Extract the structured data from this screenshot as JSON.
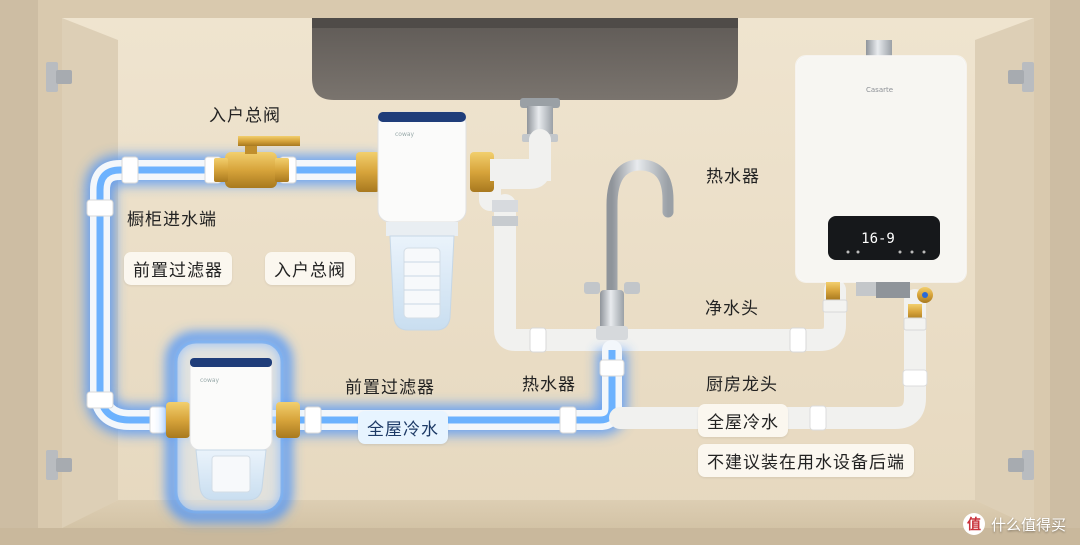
{
  "labels": {
    "inlet_valve": "入户总阀",
    "cabinet_inlet": "橱柜进水端",
    "pre_filter": "前置过滤器",
    "inlet_valve_2": "入户总阀",
    "water_heater_top": "热水器",
    "purifier_tap": "净水头",
    "pre_filter_2": "前置过滤器",
    "water_heater": "热水器",
    "kitchen_faucet": "厨房龙头",
    "whole_house_cold": "全屋冷水",
    "whole_house_cold_2": "全屋冷水",
    "not_recommended": "不建议装在用水设备后端"
  },
  "heater_display": "16-9",
  "watermark": {
    "icon": "值",
    "text": "什么值得买"
  },
  "colors": {
    "cabinet": "#e9dcc6",
    "sink": "#67625e",
    "pipe": "#f1f1ef",
    "glow": "#3f8fff",
    "brass": "#d3a440"
  }
}
